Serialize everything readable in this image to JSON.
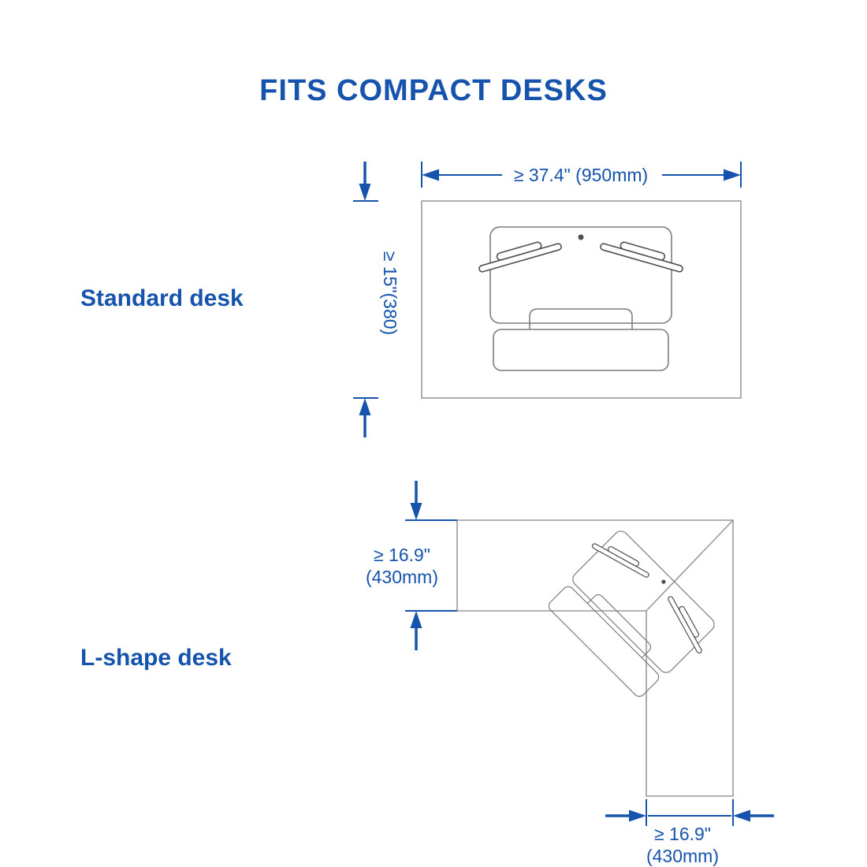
{
  "title": "FITS COMPACT DESKS",
  "colors": {
    "accent": "#1553ad",
    "desk_line": "#9a9a9a",
    "converter_line": "#7d7d7d",
    "arm_line": "#4f4f4f"
  },
  "standard_desk": {
    "label": "Standard desk",
    "width_dim": "≥ 37.4\" (950mm)",
    "depth_dim": "≥ 15\"(380)"
  },
  "l_shape_desk": {
    "label": "L-shape desk",
    "depth_dim_line1": "≥ 16.9\"",
    "depth_dim_line2": "(430mm)",
    "width_dim_line1": "≥ 16.9\"",
    "width_dim_line2": "(430mm)"
  }
}
